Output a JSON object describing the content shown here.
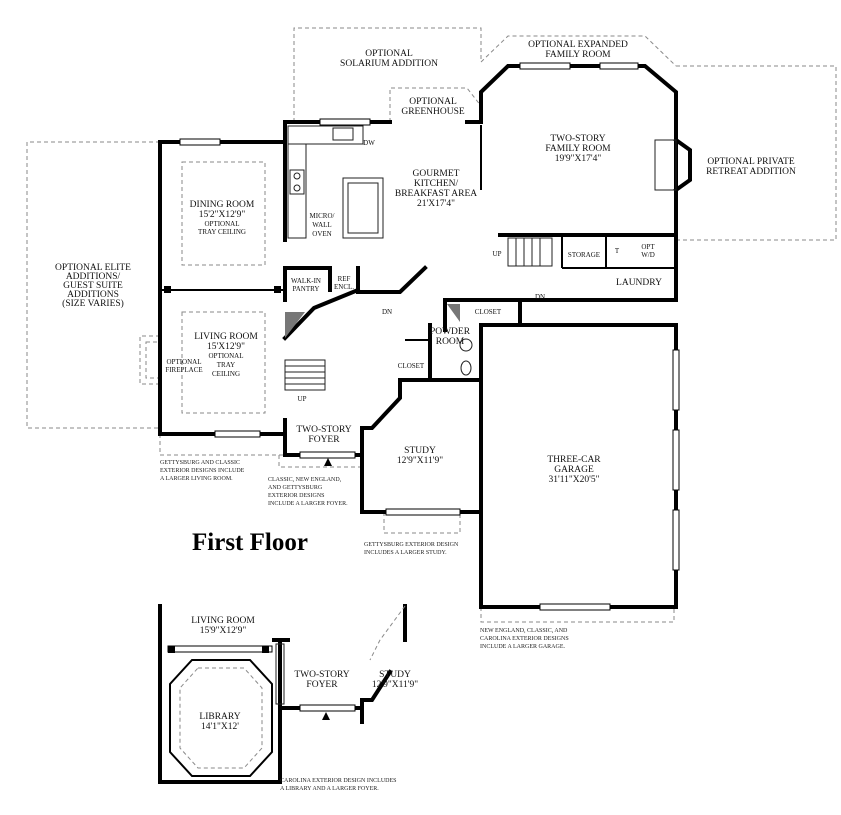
{
  "title": "First Floor",
  "rooms": {
    "solarium": [
      "OPTIONAL",
      "SOLARIUM ADDITION"
    ],
    "expanded_family": [
      "OPTIONAL EXPANDED",
      "FAMILY ROOM"
    ],
    "greenhouse": [
      "OPTIONAL",
      "GREENHOUSE"
    ],
    "family_room": [
      "TWO-STORY",
      "FAMILY ROOM",
      "19'9\"X17'4\""
    ],
    "retreat": [
      "OPTIONAL PRIVATE",
      "RETREAT ADDITION"
    ],
    "kitchen": [
      "GOURMET",
      "KITCHEN/",
      "BREAKFAST AREA",
      "21'X17'4\""
    ],
    "dw": "DW",
    "micro": [
      "MICRO/",
      "WALL",
      "OVEN"
    ],
    "dining": [
      "DINING ROOM",
      "15'2\"X12'9\"",
      "OPTIONAL",
      "TRAY CEILING"
    ],
    "elite": [
      "OPTIONAL ELITE",
      "ADDITIONS/",
      "GUEST SUITE",
      "ADDITIONS",
      "(SIZE VARIES)"
    ],
    "pantry": [
      "WALK-IN",
      "PANTRY"
    ],
    "ref": [
      "REF",
      "ENCL."
    ],
    "up1": "UP",
    "storage": "STORAGE",
    "t": "T",
    "wd": [
      "OPT",
      "W/D"
    ],
    "laundry": "LAUNDRY",
    "dn1": "DN",
    "dn2": "DN",
    "closet1": "CLOSET",
    "powder": [
      "POWDER",
      "ROOM"
    ],
    "closet2": "CLOSET",
    "living": [
      "LIVING ROOM",
      "15'X12'9\"",
      "OPTIONAL",
      "TRAY",
      "CEILING"
    ],
    "fireplace": [
      "OPTIONAL",
      "FIREPLACE"
    ],
    "up2": "UP",
    "foyer": [
      "TWO-STORY",
      "FOYER"
    ],
    "study": [
      "STUDY",
      "12'9\"X11'9\""
    ],
    "garage": [
      "THREE-CAR",
      "GARAGE",
      "31'11\"X20'5\""
    ],
    "note_gettysburg_living": [
      "GETTYSBURG AND CLASSIC",
      "EXTERIOR DESIGNS INCLUDE",
      "A LARGER LIVING ROOM."
    ],
    "note_foyer": [
      "CLASSIC, NEW ENGLAND,",
      "AND GETTYSBURG",
      "EXTERIOR DESIGNS",
      "INCLUDE A LARGER FOYER."
    ],
    "note_study": [
      "GETTYSBURG EXTERIOR DESIGN",
      "INCLUDES A LARGER STUDY."
    ],
    "note_garage": [
      "NEW ENGLAND, CLASSIC, AND",
      "CAROLINA EXTERIOR DESIGNS",
      "INCLUDE A LARGER GARAGE."
    ],
    "alt_living": [
      "LIVING ROOM",
      "15'9\"X12'9\""
    ],
    "alt_foyer": [
      "TWO-STORY",
      "FOYER"
    ],
    "alt_study": [
      "STUDY",
      "12'9\"X11'9\""
    ],
    "library": [
      "LIBRARY",
      "14'1\"X12'"
    ],
    "note_carolina": [
      "CAROLINA EXTERIOR DESIGN INCLUDES",
      "A LIBRARY AND A LARGER FOYER."
    ]
  }
}
